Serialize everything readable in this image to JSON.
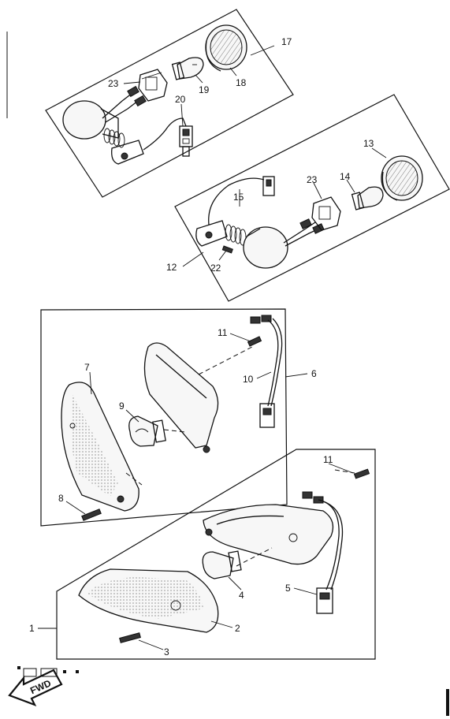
{
  "callouts": {
    "n1": "1",
    "n2": "2",
    "n3": "3",
    "n4": "4",
    "n5": "5",
    "n6": "6",
    "n7": "7",
    "n8": "8",
    "n9": "9",
    "n10": "10",
    "n11a": "11",
    "n11b": "11",
    "n12": "12",
    "n13": "13",
    "n14": "14",
    "n15": "15",
    "n17": "17",
    "n18": "18",
    "n19": "19",
    "n20": "20",
    "n22": "22",
    "n23a": "23",
    "n23b": "23"
  },
  "fwd_label": "FWD"
}
